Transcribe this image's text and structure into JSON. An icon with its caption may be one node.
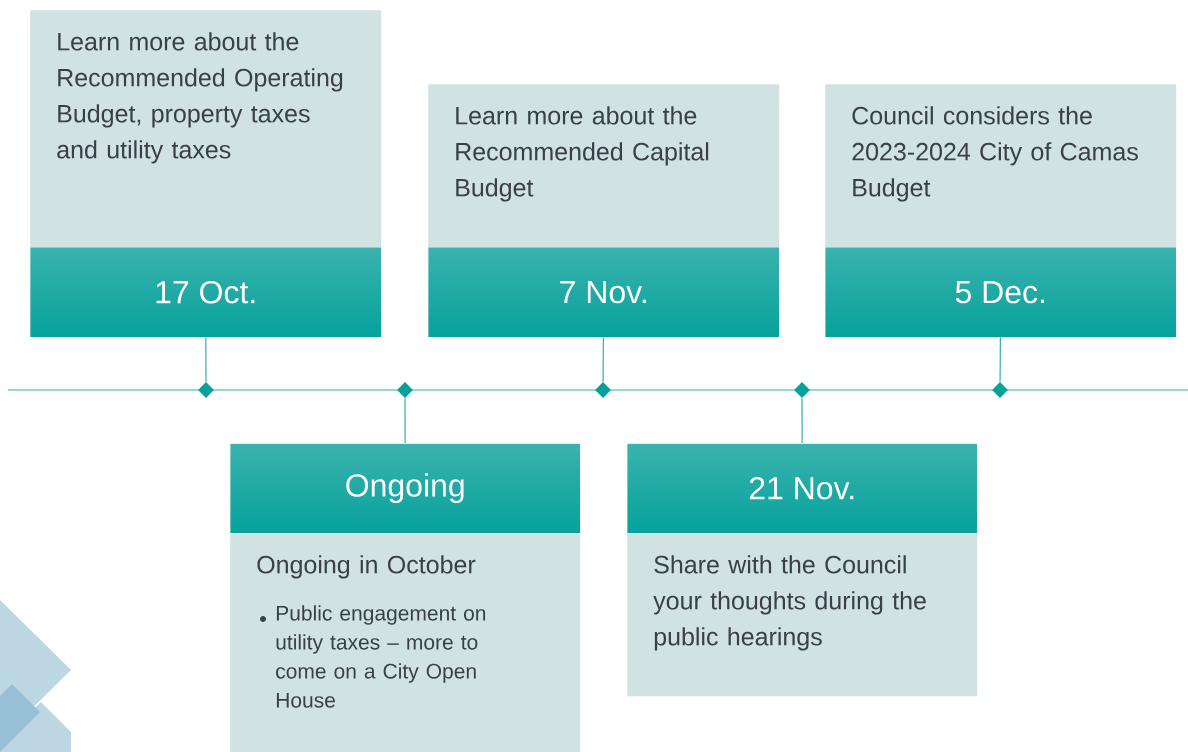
{
  "diagram": {
    "nodes": [
      {
        "text": [
          "Learn more about the Recommended Operating Budget, property taxes and utility taxes"
        ]
      },
      {
        "text": [
          "17 Oct."
        ]
      },
      {
        "text": [
          "Learn more about the Recommended Capital Budget"
        ]
      },
      {
        "text": [
          "7 Nov."
        ]
      },
      {
        "text": [
          "Council considers the 2023-2024 City of Camas Budget"
        ]
      },
      {
        "text": [
          "5 Dec."
        ]
      },
      {
        "text": [],
        "shape": "diamond"
      },
      {
        "text": [],
        "shape": "diamond"
      },
      {
        "text": [],
        "shape": "diamond"
      },
      {
        "text": [],
        "shape": "diamond"
      },
      {
        "text": [],
        "shape": "diamond"
      },
      {
        "text": [
          "Ongoing"
        ]
      },
      {
        "text": [
          "Ongoing in October",
          "Public engagement on utility taxes – more to come on a City Open House"
        ]
      },
      {
        "text": [
          "21 Nov."
        ]
      },
      {
        "text": [
          "Share with the Council your thoughts during the public hearings"
        ]
      }
    ],
    "edges": [
      {
        "from": 1,
        "to": 6,
        "arrow": "none"
      },
      {
        "from": 3,
        "to": 8,
        "arrow": "none"
      },
      {
        "from": 5,
        "to": 10,
        "arrow": "none"
      },
      {
        "from": 11,
        "to": 7,
        "arrow": "none"
      },
      {
        "from": 13,
        "to": 9,
        "arrow": "none"
      }
    ]
  }
}
